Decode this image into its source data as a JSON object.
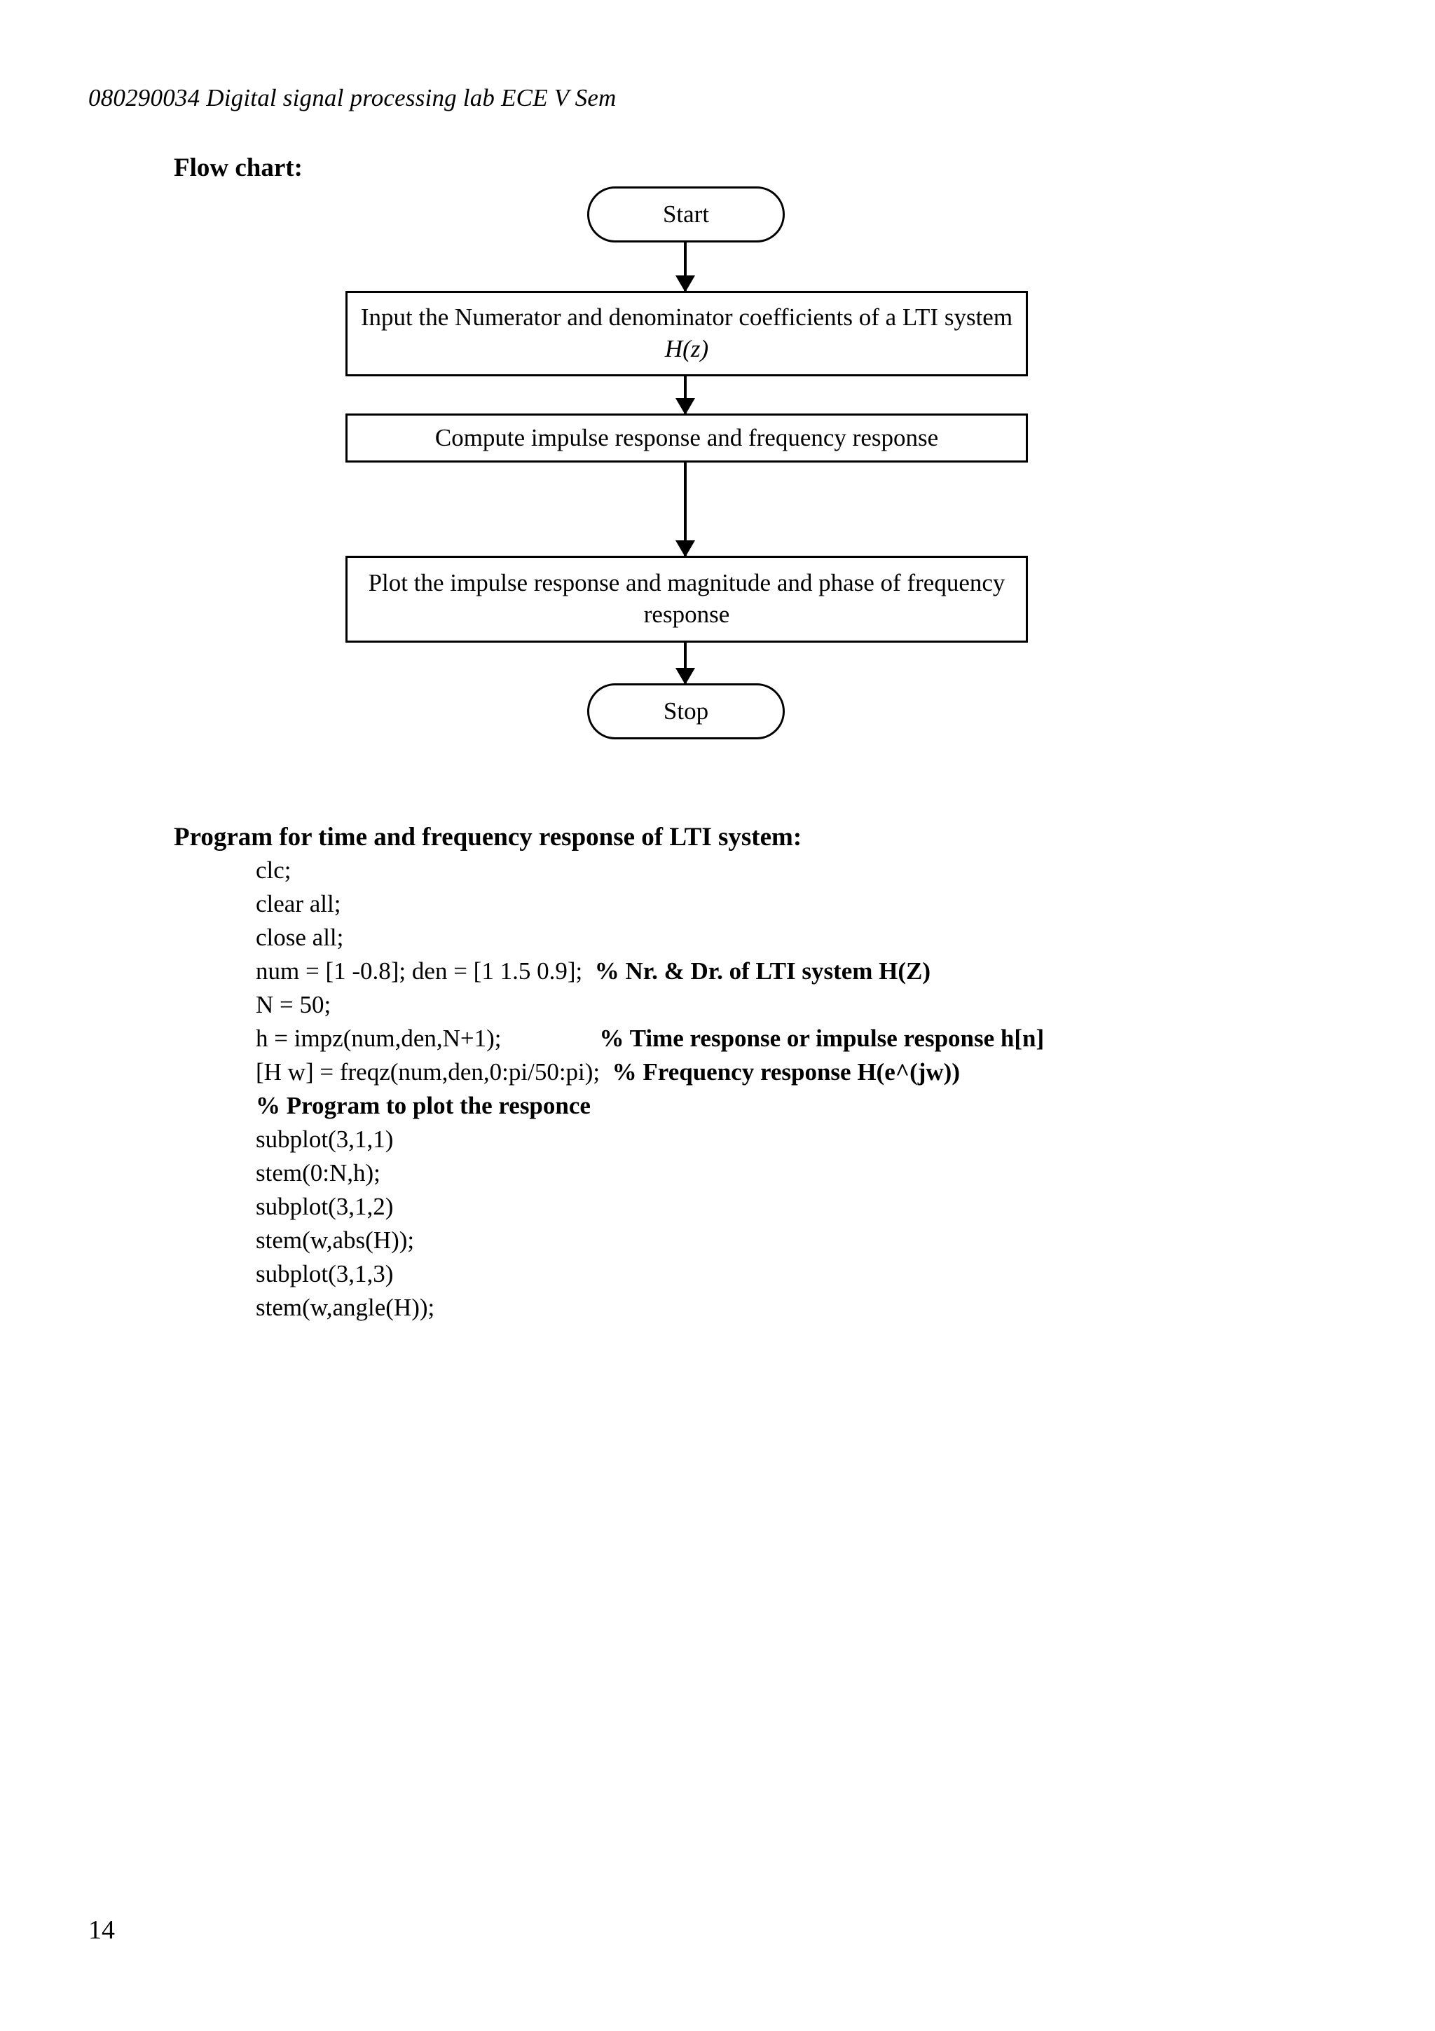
{
  "document": {
    "header": "080290034 Digital signal processing lab ECE V Sem",
    "page_number": "14"
  },
  "flowchart": {
    "heading": "Flow chart:",
    "nodes": {
      "start": "Start",
      "input_line1": "Input the Numerator and denominator coefficients of a",
      "input_line2_prefix": "LTI system ",
      "input_line2_math": "H(z)",
      "compute": "Compute impulse response and frequency response",
      "plot_line1": "Plot the impulse response and magnitude and phase of",
      "plot_line2": "frequency response",
      "stop": "Stop"
    }
  },
  "program": {
    "heading": "Program for time and frequency response of LTI system:",
    "lines": [
      {
        "code": "clc;",
        "comment": ""
      },
      {
        "code": "clear all;",
        "comment": ""
      },
      {
        "code": "close all;",
        "comment": ""
      },
      {
        "code": "num = [1 -0.8]; den = [1 1.5 0.9];  ",
        "comment": "% Nr. & Dr. of LTI system H(Z)"
      },
      {
        "code": "N = 50;",
        "comment": ""
      },
      {
        "code": "h = impz(num,den,N+1);                ",
        "comment": "% Time response or impulse response h[n]"
      },
      {
        "code": "[H w] = freqz(num,den,0:pi/50:pi);  ",
        "comment": "% Frequency response H(e^(jw))"
      },
      {
        "code": "",
        "comment": "% Program to plot the responce"
      },
      {
        "code": "subplot(3,1,1)",
        "comment": ""
      },
      {
        "code": "stem(0:N,h);",
        "comment": ""
      },
      {
        "code": "subplot(3,1,2)",
        "comment": ""
      },
      {
        "code": "stem(w,abs(H));",
        "comment": ""
      },
      {
        "code": "subplot(3,1,3)",
        "comment": ""
      },
      {
        "code": "stem(w,angle(H));",
        "comment": ""
      }
    ]
  }
}
